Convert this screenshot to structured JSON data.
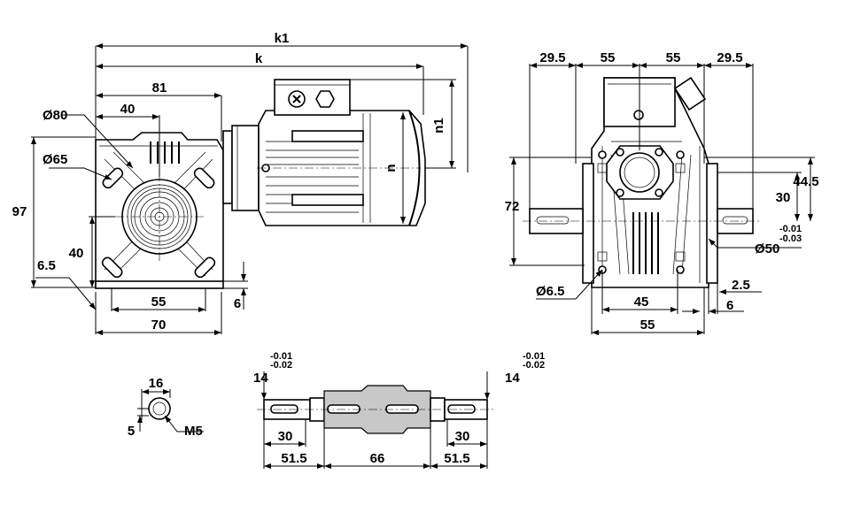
{
  "dimensions": {
    "k1": "k1",
    "k": "k",
    "d81": "81",
    "d40": "40",
    "d80": "Ø80",
    "d65": "Ø65",
    "d97": "97",
    "d40b": "40",
    "d6_5": "6.5",
    "d55": "55",
    "d70": "70",
    "d6": "6",
    "n1": "n1",
    "n": "n",
    "r29_5a": "29.5",
    "r55a": "55",
    "r55b": "55",
    "r29_5b": "29.5",
    "r72": "72",
    "r30": "30",
    "r44_5": "44.5",
    "rtol1": "-0.01",
    "rtol2": "-0.03",
    "r50": "Ø50",
    "r6_5": "Ø6.5",
    "r45": "45",
    "r2_5": "2.5",
    "r6": "6",
    "r55c": "55",
    "s16": "16",
    "s5": "5",
    "sM5": "M5",
    "b14a": "14",
    "btol1a": "-0.01",
    "btol2a": "-0.02",
    "b14b": "14",
    "btol1b": "-0.01",
    "btol2b": "-0.02",
    "b30a": "30",
    "b30b": "30",
    "b51_5a": "51.5",
    "b66": "66",
    "b51_5b": "51.5"
  },
  "colors": {
    "line": "#000000",
    "fill": "#ffffff",
    "shade": "#c8c8c8"
  }
}
